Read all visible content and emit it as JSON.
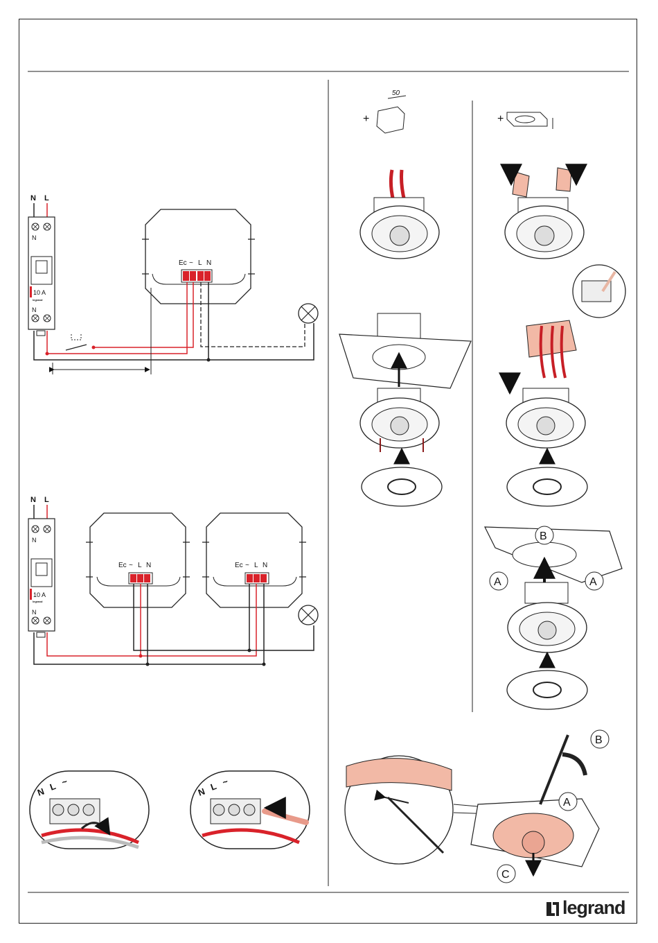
{
  "colors": {
    "live": "#d9222a",
    "neutral": "#222222",
    "sleeve": "#f2b9a6",
    "grey": "#e6e6e6"
  },
  "brand": {
    "name": "legrand"
  },
  "wiring": {
    "breaker_top_labels": [
      "N",
      "L"
    ],
    "breaker_inner_label": "N",
    "breaker_rating": "10 A",
    "breaker_brand": "legrand",
    "terminal_labels": {
      "ec": "Ec",
      "tilde": "~",
      "l": "L",
      "n": "N"
    }
  },
  "dims": {
    "box_diameter": "50"
  },
  "steps": {
    "a": "A",
    "b": "B",
    "c": "C"
  },
  "terminal_closeup": {
    "labels": [
      "N",
      "L",
      "~"
    ]
  },
  "plus_sign": "+"
}
